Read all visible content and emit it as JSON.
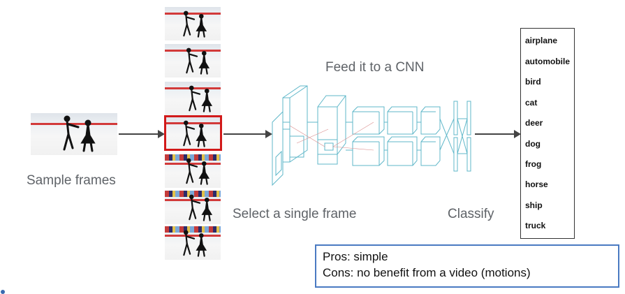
{
  "labels": {
    "sample_frames": "Sample frames",
    "select_frame": "Select a single frame",
    "feed_cnn": "Feed it to a CNN",
    "classify": "Classify"
  },
  "classes": [
    "airplane",
    "automobile",
    "bird",
    "cat",
    "deer",
    "dog",
    "frog",
    "horse",
    "ship",
    "truck"
  ],
  "pros_cons": {
    "pros": "Pros: simple",
    "cons": "Cons: no benefit from a video (motions)"
  },
  "colors": {
    "accent_red": "#d21a1a",
    "box_blue": "#4a7ac2",
    "cnn_cyan": "#5fb7c9",
    "label_gray": "#5f6368"
  },
  "icons": [
    "skater-figure-icon",
    "arrow-right-icon",
    "cnn-architecture-diagram-icon",
    "footer-logo-icon"
  ]
}
